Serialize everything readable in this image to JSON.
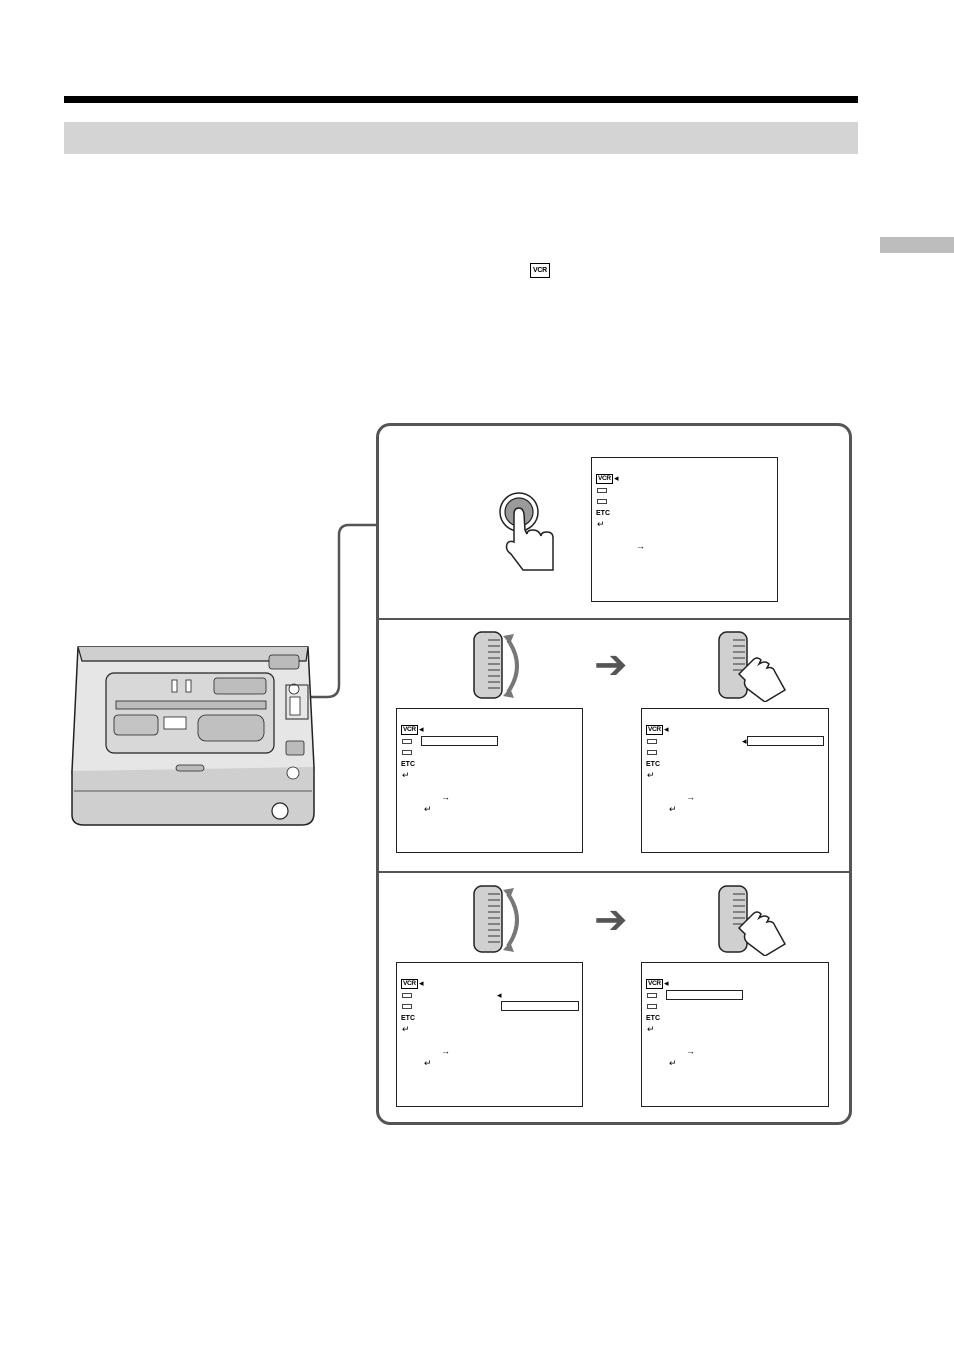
{
  "document": {
    "inline_symbol": "VCR"
  },
  "menu": {
    "vcr_label": "VCR",
    "etc_label": "ETC",
    "return_symbol": "↵",
    "arrow_symbol": "→",
    "pointer_symbol": "◂"
  },
  "diagram": {
    "next_arrow": "➔"
  }
}
